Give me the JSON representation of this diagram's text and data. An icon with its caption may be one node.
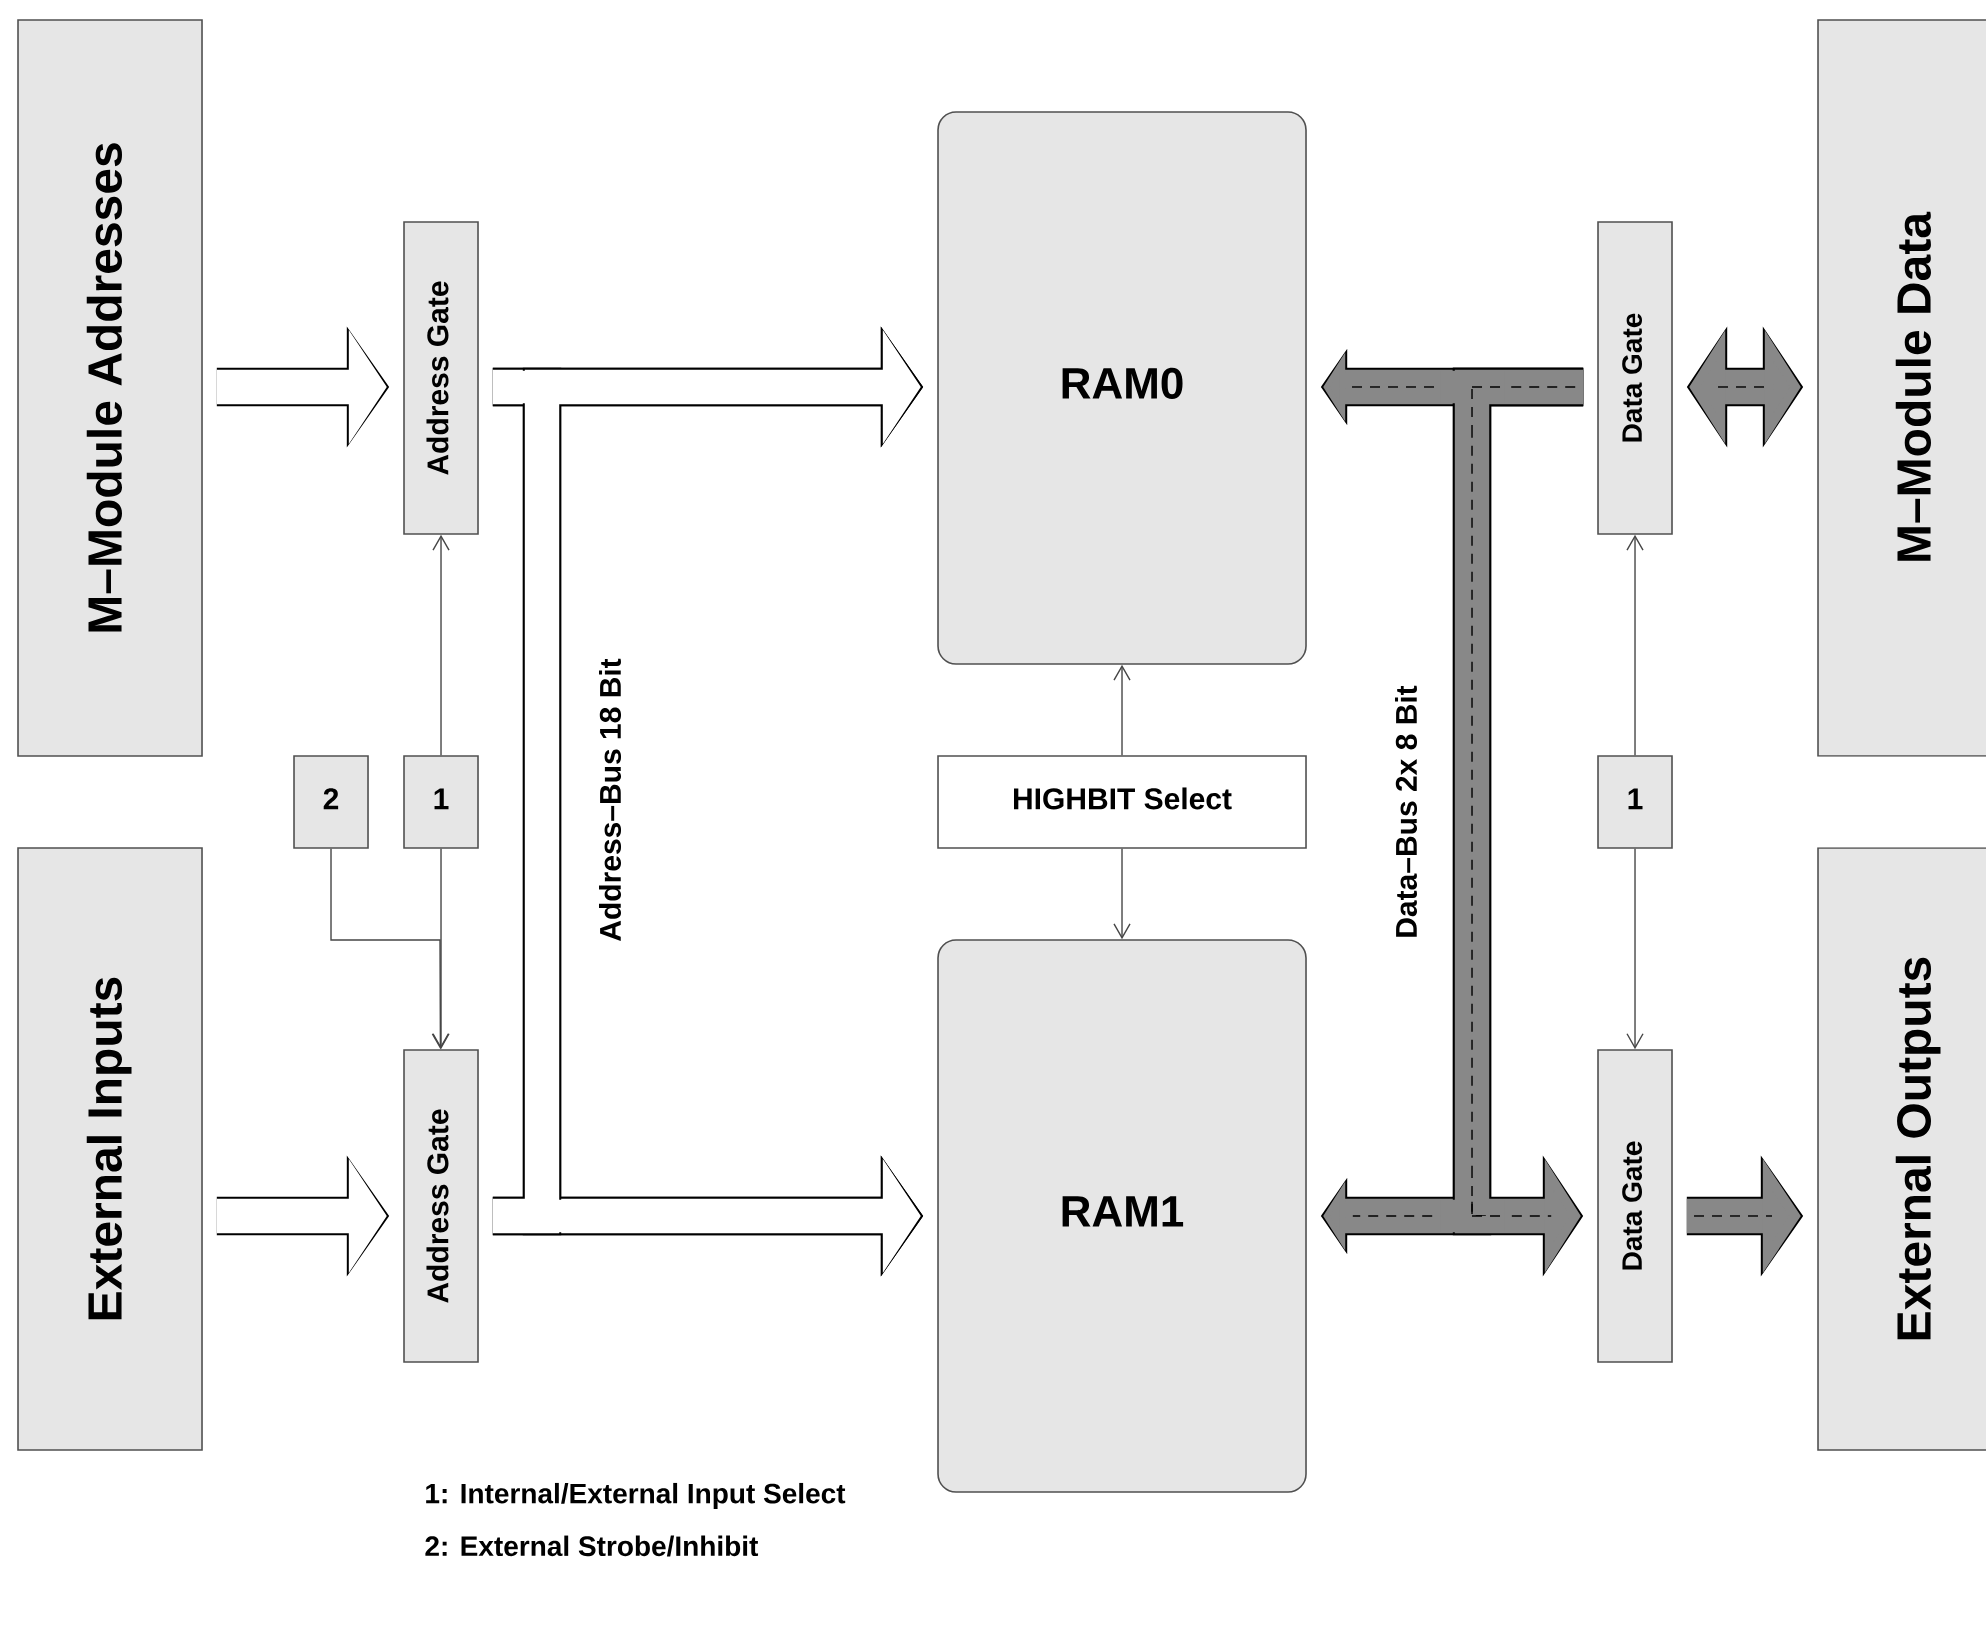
{
  "diagram": {
    "nodes": [
      {
        "text": [
          "M–Module Addresses"
        ]
      },
      {
        "text": [
          "Address Gate"
        ]
      },
      {
        "text": [
          "2"
        ]
      },
      {
        "text": [
          "1"
        ]
      },
      {
        "text": [
          "External Inputs"
        ]
      },
      {
        "text": [
          "Address Gate"
        ]
      },
      {
        "text": [
          "RAM0"
        ]
      },
      {
        "text": [
          "HIGHBIT Select"
        ]
      },
      {
        "text": [
          "RAM1"
        ]
      },
      {
        "text": [
          "Data Gate"
        ]
      },
      {
        "text": [
          "1"
        ]
      },
      {
        "text": [
          "Data Gate"
        ]
      },
      {
        "text": [
          "M–Module Data"
        ]
      },
      {
        "text": [
          "External Outputs"
        ]
      }
    ],
    "edges": [
      {
        "from": 0,
        "to": 1,
        "arrow": "to",
        "color": "#ffffff"
      },
      {
        "from": 4,
        "to": 5,
        "arrow": "to",
        "color": "#ffffff"
      },
      {
        "from": 1,
        "to": 6,
        "arrow": "to",
        "color": "#ffffff"
      },
      {
        "from": 5,
        "to": 8,
        "arrow": "to",
        "color": "#ffffff"
      },
      {
        "from": 1,
        "to": 8,
        "arrow": "to",
        "color": "#ffffff",
        "label": "Address–Bus 18 Bit"
      },
      {
        "from": 5,
        "to": 6,
        "arrow": "to",
        "color": "#ffffff"
      },
      {
        "from": 3,
        "to": 1,
        "arrow": "to"
      },
      {
        "from": 3,
        "to": 5,
        "arrow": "to"
      },
      {
        "from": 2,
        "to": 5,
        "arrow": "to"
      },
      {
        "from": 7,
        "to": 6,
        "arrow": "to"
      },
      {
        "from": 7,
        "to": 8,
        "arrow": "to"
      },
      {
        "from": 9,
        "to": 6,
        "arrow": "to",
        "color": "#888888"
      },
      {
        "from": 9,
        "to": 8,
        "arrow": "to",
        "color": "#888888",
        "label": "Data–Bus 2x 8 Bit"
      },
      {
        "from": 9,
        "to": 11,
        "arrow": "to",
        "color": "#888888"
      },
      {
        "from": 9,
        "to": 12,
        "arrow": "both",
        "color": "#888888"
      },
      {
        "from": 11,
        "to": 13,
        "arrow": "to",
        "color": "#888888"
      },
      {
        "from": 10,
        "to": 9,
        "arrow": "to"
      },
      {
        "from": 10,
        "to": 11,
        "arrow": "to"
      }
    ],
    "labels": [
      "1: Internal/External Input Select",
      "2: External Strobe/Inhibit"
    ]
  }
}
